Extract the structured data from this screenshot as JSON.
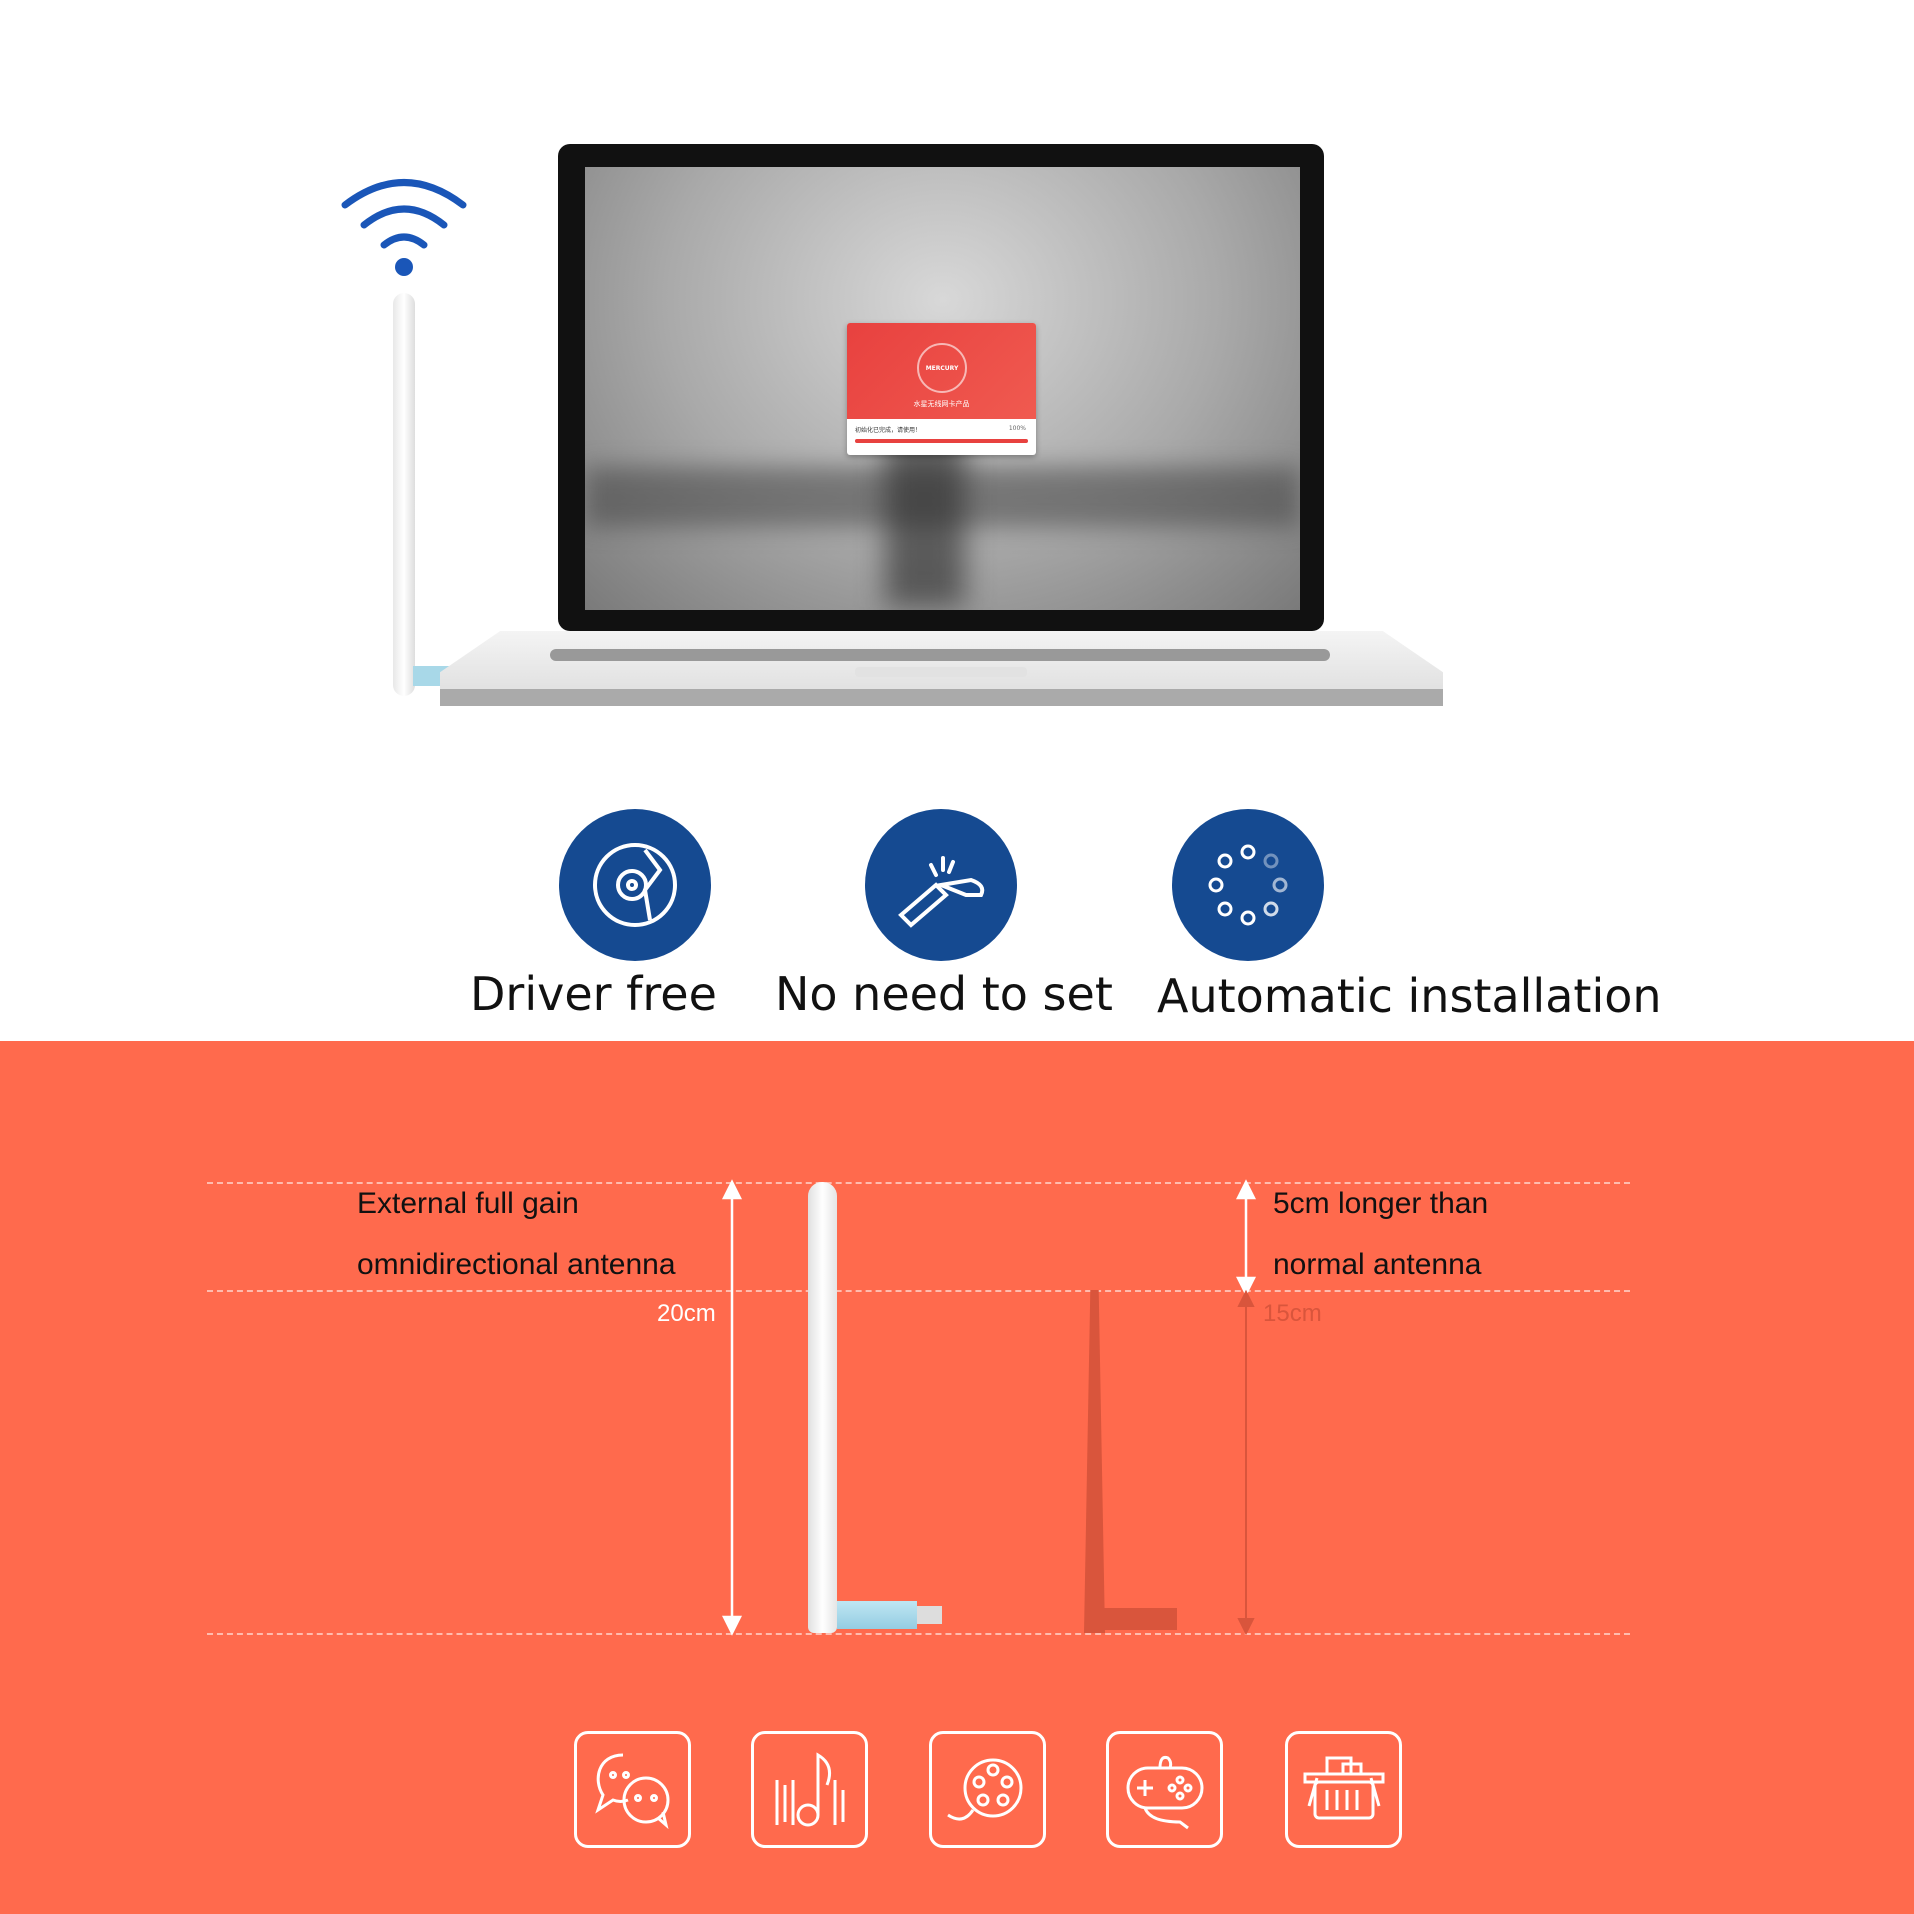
{
  "laptop_dialog": {
    "brand": "MERCURY",
    "subtitle": "水星无线网卡产品",
    "status": "初始化已完成，请使用！",
    "progress_label": "100%",
    "progress": 100
  },
  "features": [
    {
      "label": "Driver free",
      "icon": "disc-icon"
    },
    {
      "label": "No need to set",
      "icon": "wrench-icon"
    },
    {
      "label": "Automatic installation",
      "icon": "loading-spinner-icon"
    }
  ],
  "comparison": {
    "left_text_line1": "External full gain",
    "left_text_line2": "omnidirectional antenna",
    "left_length": "20cm",
    "right_text_line1": "5cm longer than",
    "right_text_line2": "normal antenna",
    "right_length": "15cm"
  },
  "use_icons": [
    "chat-icon",
    "music-icon",
    "film-reel-icon",
    "gamepad-icon",
    "shopping-basket-icon"
  ],
  "colors": {
    "accent_orange": "#ff6a4d",
    "feature_blue": "#154a91",
    "wifi_blue": "#1a56b8",
    "dialog_red": "#e8413f"
  }
}
